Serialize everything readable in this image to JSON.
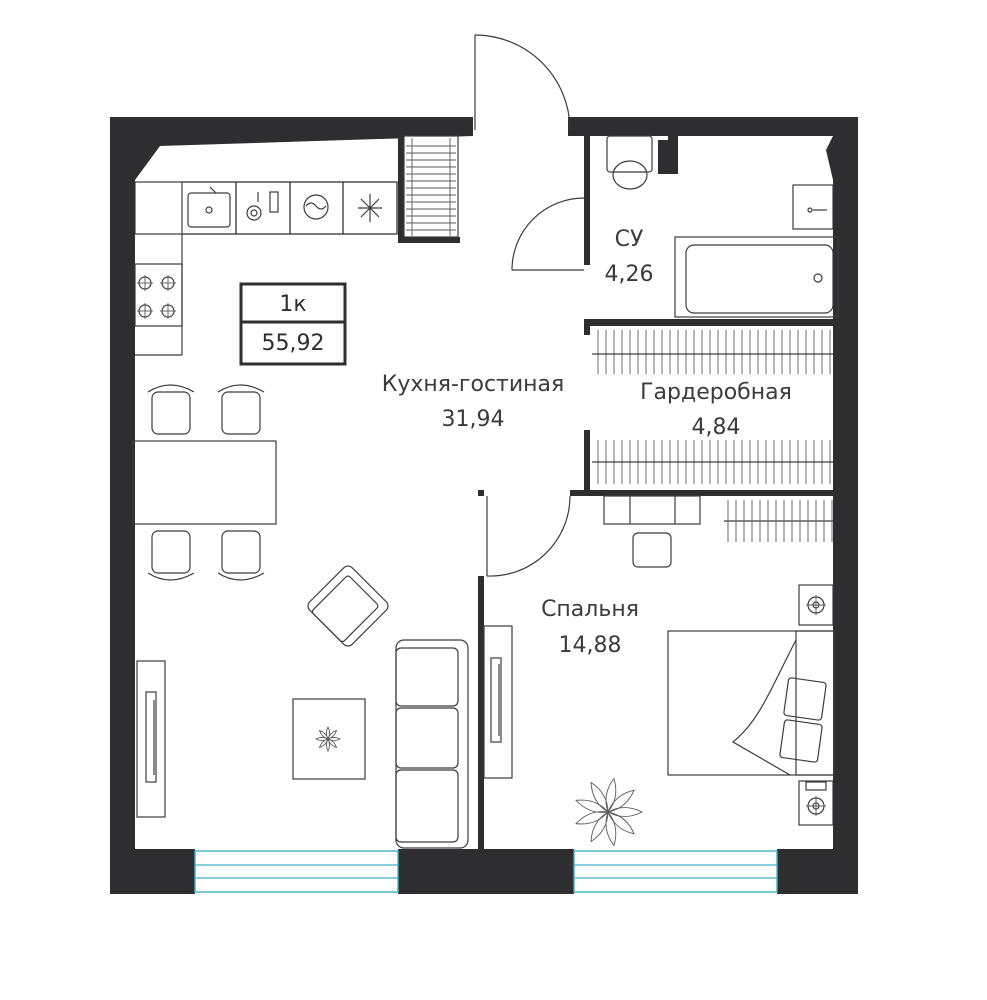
{
  "apartment": {
    "type_label": "1к",
    "total_area": "55,92"
  },
  "rooms": {
    "kitchen_living": {
      "name": "Кухня-гостиная",
      "area": "31,94"
    },
    "bathroom": {
      "name": "СУ",
      "area": "4,26"
    },
    "wardrobe": {
      "name": "Гардеробная",
      "area": "4,84"
    },
    "bedroom": {
      "name": "Спальня",
      "area": "14,88"
    }
  },
  "colors": {
    "wall": "#2e2e30",
    "window": "#3fb2c4",
    "line": "#3c3c3e"
  },
  "icons": [
    "sink-icon",
    "dishwasher-icon",
    "washing-machine-icon",
    "fridge-icon",
    "stove-icon",
    "toilet-icon",
    "bathtub-icon",
    "plant-icon",
    "radiator-icon",
    "door-icon"
  ]
}
